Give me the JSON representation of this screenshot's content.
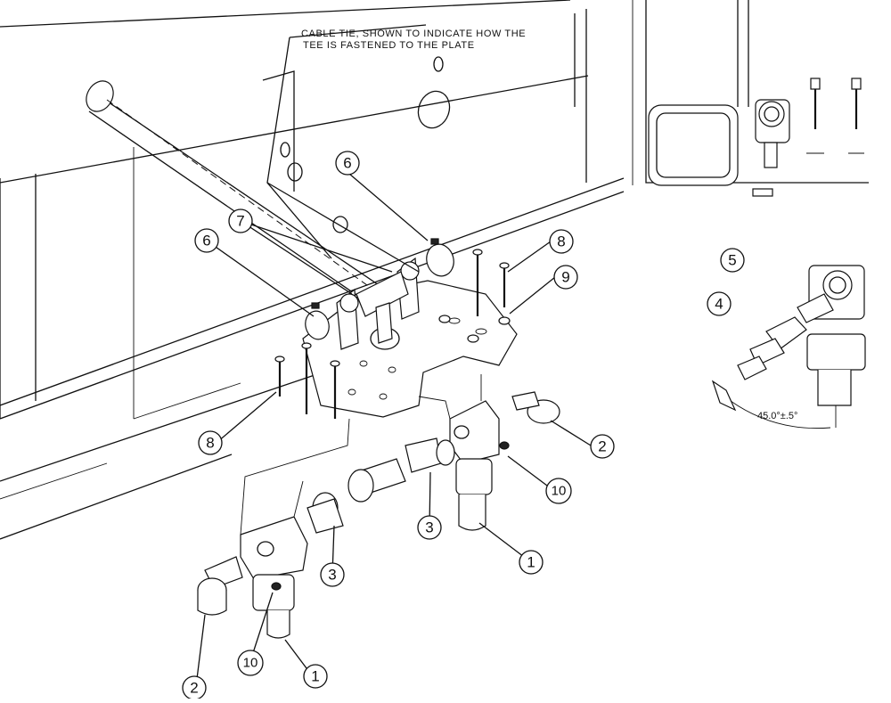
{
  "note": {
    "line1": "CABLE TIE, SHOWN TO INDICATE HOW THE",
    "line2": "TEE IS FASTENED TO THE PLATE"
  },
  "angle_dimension": "45.0°±.5°",
  "callouts": [
    {
      "id": "c1a",
      "label": "1"
    },
    {
      "id": "c1b",
      "label": "1"
    },
    {
      "id": "c2a",
      "label": "2"
    },
    {
      "id": "c2b",
      "label": "2"
    },
    {
      "id": "c3a",
      "label": "3"
    },
    {
      "id": "c3b",
      "label": "3"
    },
    {
      "id": "c4",
      "label": "4"
    },
    {
      "id": "c5",
      "label": "5"
    },
    {
      "id": "c6a",
      "label": "6"
    },
    {
      "id": "c6b",
      "label": "6"
    },
    {
      "id": "c7",
      "label": "7"
    },
    {
      "id": "c8a",
      "label": "8"
    },
    {
      "id": "c8b",
      "label": "8"
    },
    {
      "id": "c9",
      "label": "9"
    },
    {
      "id": "c10a",
      "label": "10"
    },
    {
      "id": "c10b",
      "label": "10"
    }
  ]
}
